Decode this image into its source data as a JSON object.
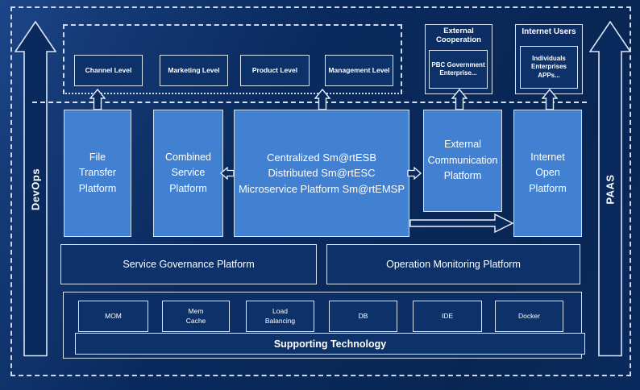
{
  "colors": {
    "background": "#0a2a5e",
    "background_sheen": "#1d4689",
    "platform_blue": "#4281d2",
    "dark_box_fill": "#0d3169",
    "border_light": "#d9e4f5",
    "dashed_line": "#ccd9ee",
    "text": "#ffffff"
  },
  "side_arrows": {
    "left_label": "DevOps",
    "right_label": "PAAS"
  },
  "levels": [
    {
      "label": "Channel Level"
    },
    {
      "label": "Marketing Level"
    },
    {
      "label": "Product Level"
    },
    {
      "label": "Management Level"
    }
  ],
  "external_cooperation": {
    "title": "External\nCooperation",
    "inner_label": "PBC Government\nEnterprise..."
  },
  "internet_users": {
    "title": "Internet Users",
    "inner_label": "Individuals\nEnterprises\nAPPs..."
  },
  "platforms": {
    "file_transfer": "File\nTransfer\nPlatform",
    "combined_service": "Combined\nService\nPlatform",
    "central": "Centralized Sm@rtESB\nDistributed Sm@rtESC\nMicroservice Platform Sm@rtEMSP",
    "external_communication": "External\nCommunication\nPlatform",
    "internet_open": "Internet\nOpen\nPlatform"
  },
  "governance": {
    "service": "Service Governance Platform",
    "operation": "Operation Monitoring Platform"
  },
  "supporting": {
    "items": [
      {
        "label": "MOM"
      },
      {
        "label": "Mem\nCache"
      },
      {
        "label": "Load\nBalancing"
      },
      {
        "label": "DB"
      },
      {
        "label": "IDE"
      },
      {
        "label": "Docker"
      }
    ],
    "bar_label": "Supporting Technology"
  }
}
